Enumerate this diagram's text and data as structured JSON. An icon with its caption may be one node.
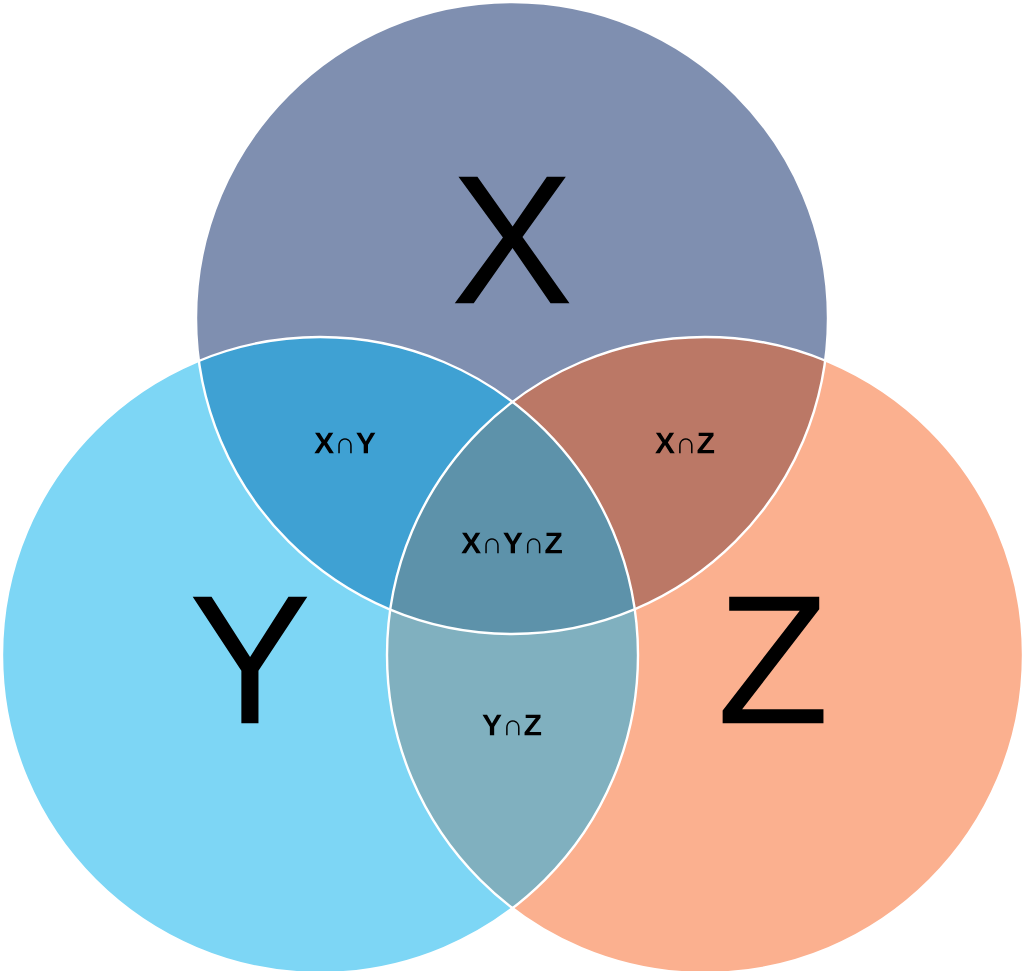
{
  "diagram": {
    "nodes": [
      {
        "text": [
          "X"
        ]
      },
      {
        "text": [
          "Y"
        ]
      },
      {
        "text": [
          "Z"
        ]
      }
    ],
    "labels": [
      "X∩Y",
      "X∩Z",
      "X∩Y∩Z",
      "Y∩Z"
    ]
  }
}
